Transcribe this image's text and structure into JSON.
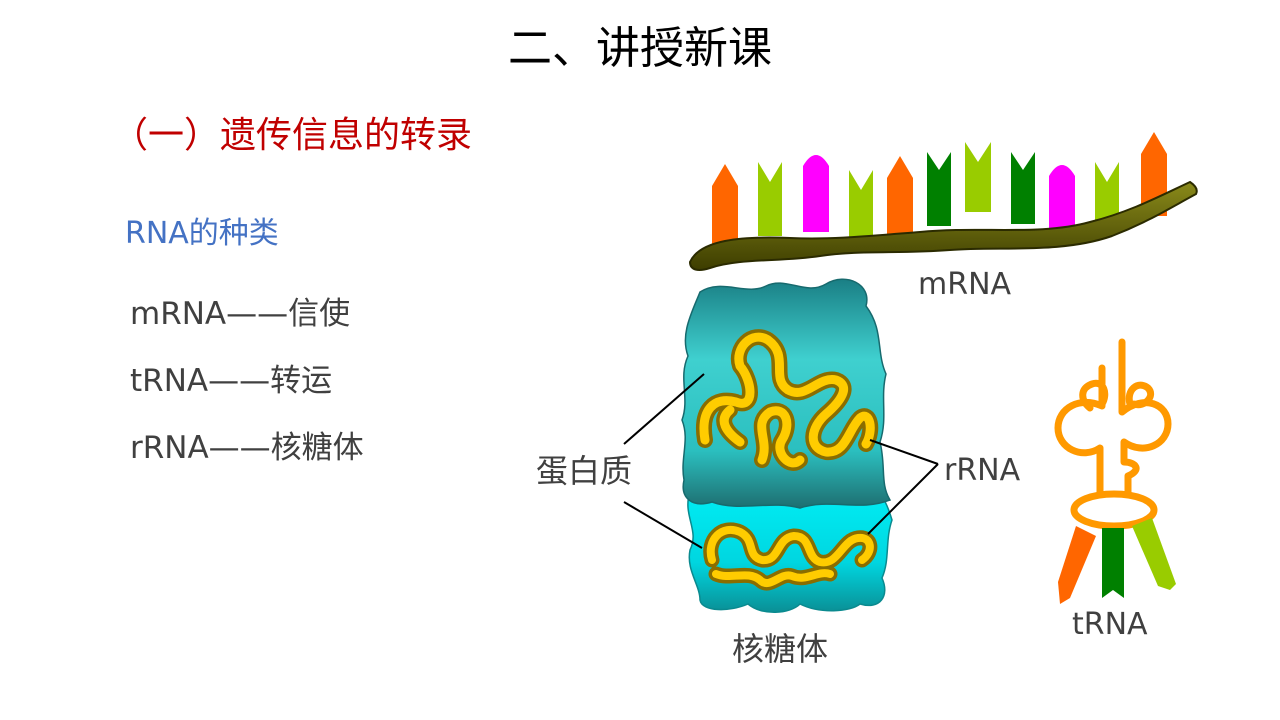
{
  "slide": {
    "title": "二、讲授新课",
    "section_heading": "（一）遗传信息的转录",
    "subheading": "RNA的种类"
  },
  "rna_types": [
    {
      "label": "mRNA——信使"
    },
    {
      "label": "tRNA——转运"
    },
    {
      "label": "rRNA——核糖体"
    }
  ],
  "diagram": {
    "labels": {
      "mrna": "mRNA",
      "protein": "蛋白质",
      "rrna": "rRNA",
      "ribosome": "核糖体",
      "trna": "tRNA"
    },
    "colors": {
      "title_red": "#c00000",
      "subheading_blue": "#4472c4",
      "mrna_backbone": "#595900",
      "base_orange": "#ff6600",
      "base_lime": "#99cc00",
      "base_magenta": "#ff00ff",
      "base_green": "#008000",
      "ribosome_large": "#2bbfbf",
      "ribosome_small": "#00e5ee",
      "rrna_strand": "#e6b800",
      "trna": "#ff9900"
    }
  }
}
